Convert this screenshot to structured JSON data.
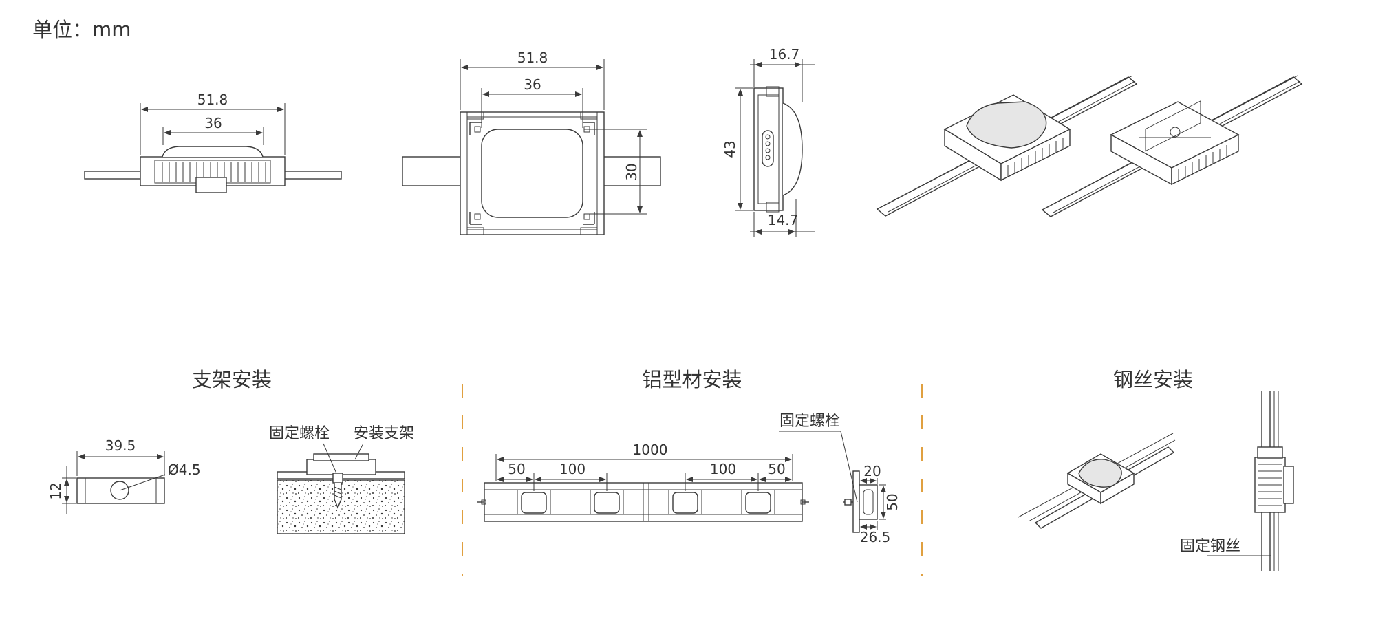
{
  "unit_label": "单位：mm",
  "views": {
    "side": {
      "overall_width": "51.8",
      "inner_width": "36"
    },
    "front": {
      "overall_width": "51.8",
      "inner_width": "36",
      "height": "30"
    },
    "profile": {
      "top_depth": "16.7",
      "height": "43",
      "bottom_depth": "14.7"
    }
  },
  "sections": {
    "bracket": {
      "title": "支架安装",
      "length": "39.5",
      "hole": "Ø4.5",
      "height": "12",
      "bolt_label": "固定螺栓",
      "bracket_label": "安装支架"
    },
    "aluminum": {
      "title": "铝型材安装",
      "total": "1000",
      "end_left": "50",
      "pitch_left": "100",
      "pitch_right": "100",
      "end_right": "50",
      "bolt_label": "固定螺栓",
      "side_top": "20",
      "side_height": "50",
      "side_bottom": "26.5"
    },
    "wire": {
      "title": "钢丝安装",
      "wire_label": "固定钢丝"
    }
  },
  "colors": {
    "separator": "#e0a040",
    "line": "#3a3a3a"
  }
}
